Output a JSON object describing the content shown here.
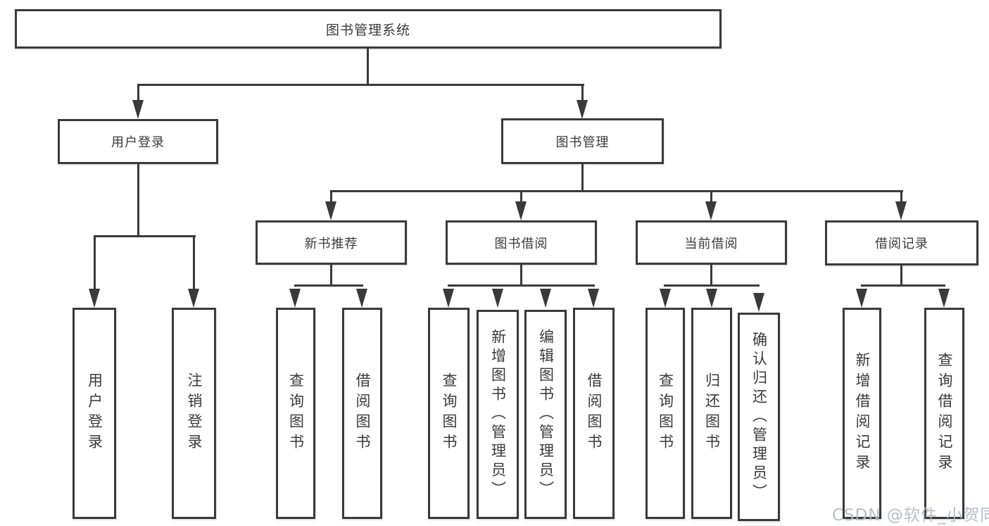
{
  "diagram": {
    "root": {
      "label": "图书管理系统"
    },
    "level2": {
      "user_login": {
        "label": "用户登录",
        "children": [
          "用户登录",
          "注销登录"
        ]
      },
      "book_management": {
        "label": "图书管理",
        "sections": {
          "new_book_recommend": {
            "label": "新书推荐",
            "children": [
              "查询图书",
              "借阅图书"
            ]
          },
          "book_borrow": {
            "label": "图书借阅",
            "children": [
              "查询图书",
              "新增图书（管理员）",
              "编辑图书（管理员）",
              "借阅图书"
            ]
          },
          "current_borrow": {
            "label": "当前借阅",
            "children": [
              "查询图书",
              "归还图书",
              "确认归还（管理员）"
            ]
          },
          "borrow_records": {
            "label": "借阅记录",
            "children": [
              "新增借阅记录",
              "查询借阅记录"
            ]
          }
        }
      }
    }
  },
  "watermark": {
    "text": "CSDN @软件_小贺同学"
  },
  "colors": {
    "line": "#3a3a3a",
    "text": "#3a3a3a",
    "background": "#ffffff",
    "watermark": "#b2b8c0"
  }
}
